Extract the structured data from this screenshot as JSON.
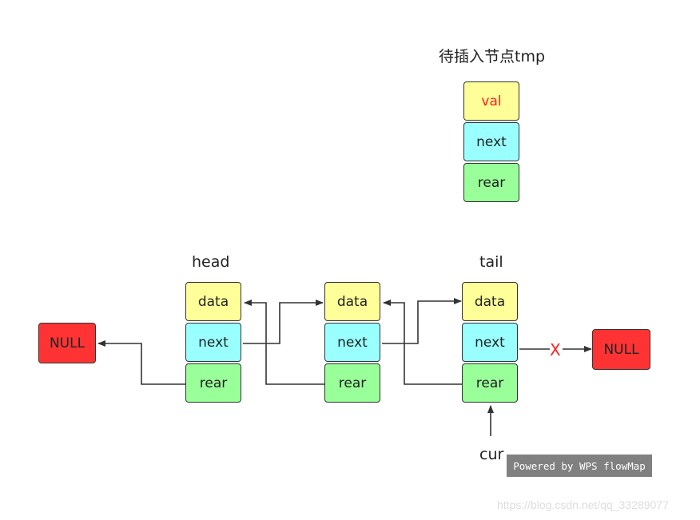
{
  "tmp": {
    "title": "待插入节点tmp",
    "val": "val",
    "next": "next",
    "rear": "rear",
    "val_color": "#ff2020"
  },
  "labels": {
    "head": "head",
    "tail": "tail",
    "cur": "cur",
    "cut_mark": "X"
  },
  "nodes": [
    {
      "data": "data",
      "next": "next",
      "rear": "rear"
    },
    {
      "data": "data",
      "next": "next",
      "rear": "rear"
    },
    {
      "data": "data",
      "next": "next",
      "rear": "rear"
    }
  ],
  "null_left": "NULL",
  "null_right": "NULL",
  "colors": {
    "data_cell": "#ffff99",
    "next_cell": "#99ffff",
    "rear_cell": "#99ff99",
    "null_cell": "#ff3333",
    "cut_mark": "#ff2020"
  },
  "watermark_badge": "Powered by WPS flowMap",
  "watermark_url": "https://blog.csdn.net/qq_33289077"
}
